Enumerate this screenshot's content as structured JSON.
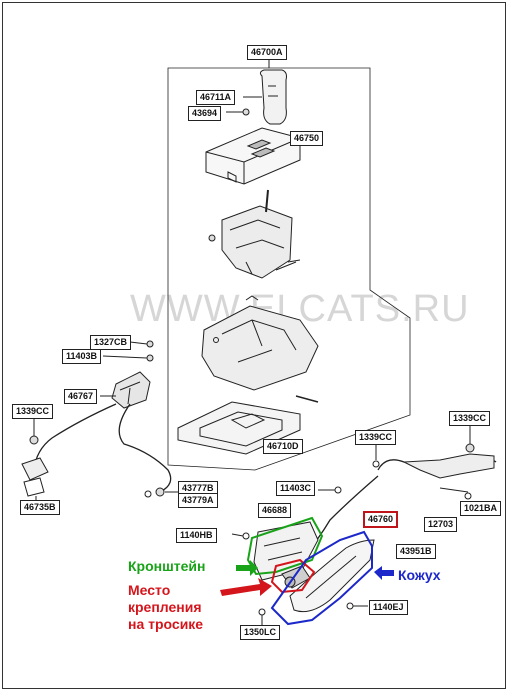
{
  "watermark": "WWW.ELCATS.RU",
  "parts": {
    "p46700A": "46700A",
    "p46711A": "46711A",
    "p43694": "43694",
    "p46750": "46750",
    "p1327CB": "1327CB",
    "p11403B": "11403B",
    "p46767": "46767",
    "p1339CC_left": "1339CC",
    "p46735B": "46735B",
    "p46710D": "46710D",
    "p1339CC_mid": "1339CC",
    "p1339CC_right": "1339CC",
    "p11403C": "11403C",
    "p43777B": "43777B",
    "p43779A": "43779A",
    "p1021BA": "1021BA",
    "p12703": "12703",
    "p46688": "46688",
    "p46760": "46760",
    "p1140HB": "1140HB",
    "p43951B": "43951B",
    "p1140EJ": "1140EJ",
    "p1350LC": "1350LC"
  },
  "annotations": {
    "bracket": "Кронштейн",
    "mount_line1": "Место",
    "mount_line2": "крепления",
    "mount_line3": "на тросике",
    "cover": "Кожух"
  },
  "colors": {
    "bracket": "#19a319",
    "mount": "#d4161c",
    "cover": "#1c28c9"
  }
}
